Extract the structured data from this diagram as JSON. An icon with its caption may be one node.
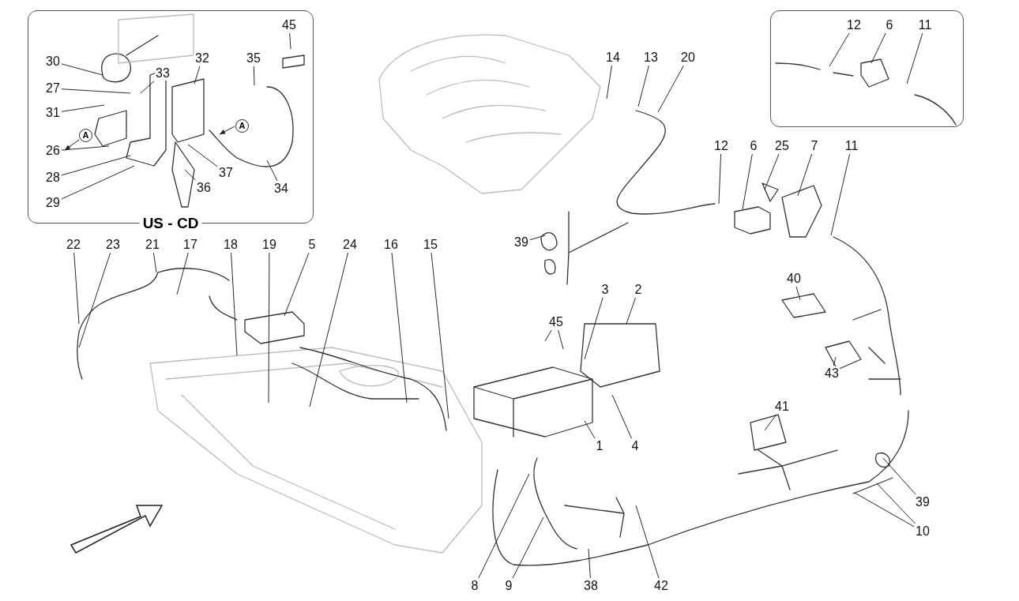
{
  "diagram": {
    "nodes": [
      {
        "text": [
          "US - CD"
        ]
      },
      {
        "text": [
          "30"
        ],
        "in": 0
      },
      {
        "text": [
          "27"
        ],
        "in": 0
      },
      {
        "text": [
          "31"
        ],
        "in": 0
      },
      {
        "text": [
          "26"
        ],
        "in": 0
      },
      {
        "text": [
          "28"
        ],
        "in": 0
      },
      {
        "text": [
          "29"
        ],
        "in": 0
      },
      {
        "text": [
          "45"
        ],
        "in": 0
      },
      {
        "text": [
          "32"
        ],
        "in": 0
      },
      {
        "text": [
          "35"
        ],
        "in": 0
      },
      {
        "text": [
          "33"
        ],
        "in": 0
      },
      {
        "text": [
          "37"
        ],
        "in": 0
      },
      {
        "text": [
          "36"
        ],
        "in": 0
      },
      {
        "text": [
          "34"
        ],
        "in": 0
      },
      {
        "text": [],
        "shape": "box"
      },
      {
        "text": [
          "12"
        ],
        "in": 14
      },
      {
        "text": [
          "6"
        ],
        "in": 14
      },
      {
        "text": [
          "11"
        ],
        "in": 14
      },
      {
        "text": [
          "14"
        ]
      },
      {
        "text": [
          "13"
        ]
      },
      {
        "text": [
          "20"
        ]
      },
      {
        "text": [
          "12"
        ]
      },
      {
        "text": [
          "6"
        ]
      },
      {
        "text": [
          "25"
        ]
      },
      {
        "text": [
          "7"
        ]
      },
      {
        "text": [
          "11"
        ]
      },
      {
        "text": [
          "39"
        ]
      },
      {
        "text": [
          "22"
        ]
      },
      {
        "text": [
          "23"
        ]
      },
      {
        "text": [
          "21"
        ]
      },
      {
        "text": [
          "17"
        ]
      },
      {
        "text": [
          "18"
        ]
      },
      {
        "text": [
          "19"
        ]
      },
      {
        "text": [
          "5"
        ]
      },
      {
        "text": [
          "24"
        ]
      },
      {
        "text": [
          "16"
        ]
      },
      {
        "text": [
          "15"
        ]
      },
      {
        "text": [
          "40"
        ]
      },
      {
        "text": [
          "3"
        ]
      },
      {
        "text": [
          "2"
        ]
      },
      {
        "text": [
          "45"
        ]
      },
      {
        "text": [
          "43"
        ]
      },
      {
        "text": [
          "41"
        ]
      },
      {
        "text": [
          "1"
        ]
      },
      {
        "text": [
          "4"
        ]
      },
      {
        "text": [
          "39"
        ]
      },
      {
        "text": [
          "10"
        ]
      },
      {
        "text": [
          "8"
        ]
      },
      {
        "text": [
          "9"
        ]
      },
      {
        "text": [
          "38"
        ]
      },
      {
        "text": [
          "42"
        ]
      }
    ],
    "edges": [
      {
        "from": 1,
        "to": null,
        "arrow": "none"
      },
      {
        "from": 2,
        "to": null,
        "arrow": "none"
      },
      {
        "from": 3,
        "to": null,
        "arrow": "none"
      },
      {
        "from": 4,
        "to": null,
        "arrow": "none"
      },
      {
        "from": 5,
        "to": null,
        "arrow": "none"
      },
      {
        "from": 6,
        "to": null,
        "arrow": "none"
      },
      {
        "from": 7,
        "to": null,
        "arrow": "none"
      },
      {
        "from": 8,
        "to": null,
        "arrow": "none"
      },
      {
        "from": 9,
        "to": null,
        "arrow": "none"
      },
      {
        "from": 10,
        "to": null,
        "arrow": "none"
      },
      {
        "from": 11,
        "to": null,
        "arrow": "none"
      },
      {
        "from": 12,
        "to": null,
        "arrow": "none"
      },
      {
        "from": 13,
        "to": null,
        "arrow": "none"
      },
      {
        "from": 15,
        "to": null,
        "arrow": "none"
      },
      {
        "from": 16,
        "to": null,
        "arrow": "none"
      },
      {
        "from": 17,
        "to": null,
        "arrow": "none"
      },
      {
        "from": 18,
        "to": null,
        "arrow": "none"
      },
      {
        "from": 19,
        "to": null,
        "arrow": "none"
      },
      {
        "from": 20,
        "to": null,
        "arrow": "none"
      },
      {
        "from": 21,
        "to": null,
        "arrow": "none"
      },
      {
        "from": 22,
        "to": null,
        "arrow": "none"
      },
      {
        "from": 23,
        "to": null,
        "arrow": "none"
      },
      {
        "from": 24,
        "to": null,
        "arrow": "none"
      },
      {
        "from": 25,
        "to": null,
        "arrow": "none"
      },
      {
        "from": 26,
        "to": null,
        "arrow": "none"
      },
      {
        "from": 27,
        "to": null,
        "arrow": "none"
      },
      {
        "from": 28,
        "to": null,
        "arrow": "none"
      },
      {
        "from": 29,
        "to": null,
        "arrow": "none"
      },
      {
        "from": 30,
        "to": null,
        "arrow": "none"
      },
      {
        "from": 31,
        "to": null,
        "arrow": "none"
      },
      {
        "from": 32,
        "to": null,
        "arrow": "none"
      },
      {
        "from": 33,
        "to": null,
        "arrow": "none"
      },
      {
        "from": 34,
        "to": null,
        "arrow": "none"
      },
      {
        "from": 35,
        "to": null,
        "arrow": "none"
      },
      {
        "from": 36,
        "to": null,
        "arrow": "none"
      },
      {
        "from": 37,
        "to": null,
        "arrow": "none"
      },
      {
        "from": 38,
        "to": null,
        "arrow": "none"
      },
      {
        "from": 39,
        "to": null,
        "arrow": "none"
      },
      {
        "from": 40,
        "to": null,
        "arrow": "none"
      },
      {
        "from": 40,
        "to": null,
        "arrow": "none"
      },
      {
        "from": 41,
        "to": null,
        "arrow": "none"
      },
      {
        "from": 42,
        "to": null,
        "arrow": "none"
      },
      {
        "from": 43,
        "to": null,
        "arrow": "none"
      },
      {
        "from": 44,
        "to": null,
        "arrow": "none"
      },
      {
        "from": 45,
        "to": null,
        "arrow": "none"
      },
      {
        "from": 46,
        "to": null,
        "arrow": "none"
      },
      {
        "from": 46,
        "to": null,
        "arrow": "none"
      },
      {
        "from": 47,
        "to": null,
        "arrow": "none"
      },
      {
        "from": 48,
        "to": null,
        "arrow": "none"
      },
      {
        "from": 49,
        "to": null,
        "arrow": "none"
      },
      {
        "from": 50,
        "to": null,
        "arrow": "none"
      }
    ],
    "labels": [
      "A",
      "A"
    ]
  }
}
